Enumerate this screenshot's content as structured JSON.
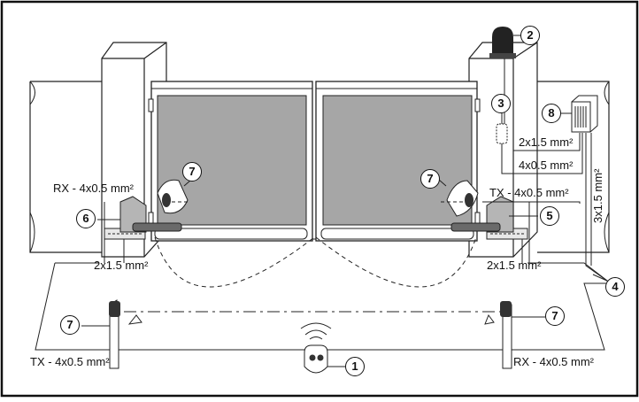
{
  "callouts": {
    "n1": "1",
    "n2": "2",
    "n3": "3",
    "n4": "4",
    "n5": "5",
    "n6": "6",
    "n7a": "7",
    "n7b": "7",
    "n7c": "7",
    "n7d": "7",
    "n8": "8"
  },
  "cables": {
    "rx_left": "RX - 4x0.5 mm²",
    "tx_right": "TX - 4x0.5 mm²",
    "motor_left": "2x1.5 mm²",
    "motor_right": "2x1.5 mm²",
    "lamp": "2x1.5 mm²",
    "keyswitch": "4x0.5 mm²",
    "mains": "3x1.5 mm²",
    "tx_post": "TX - 4x0.5 mm²",
    "rx_post": "RX - 4x0.5 mm²"
  },
  "colors": {
    "panel": "#a6a6a6",
    "frame_border": "#1a1a1a",
    "motor": "#b5b5b5"
  }
}
